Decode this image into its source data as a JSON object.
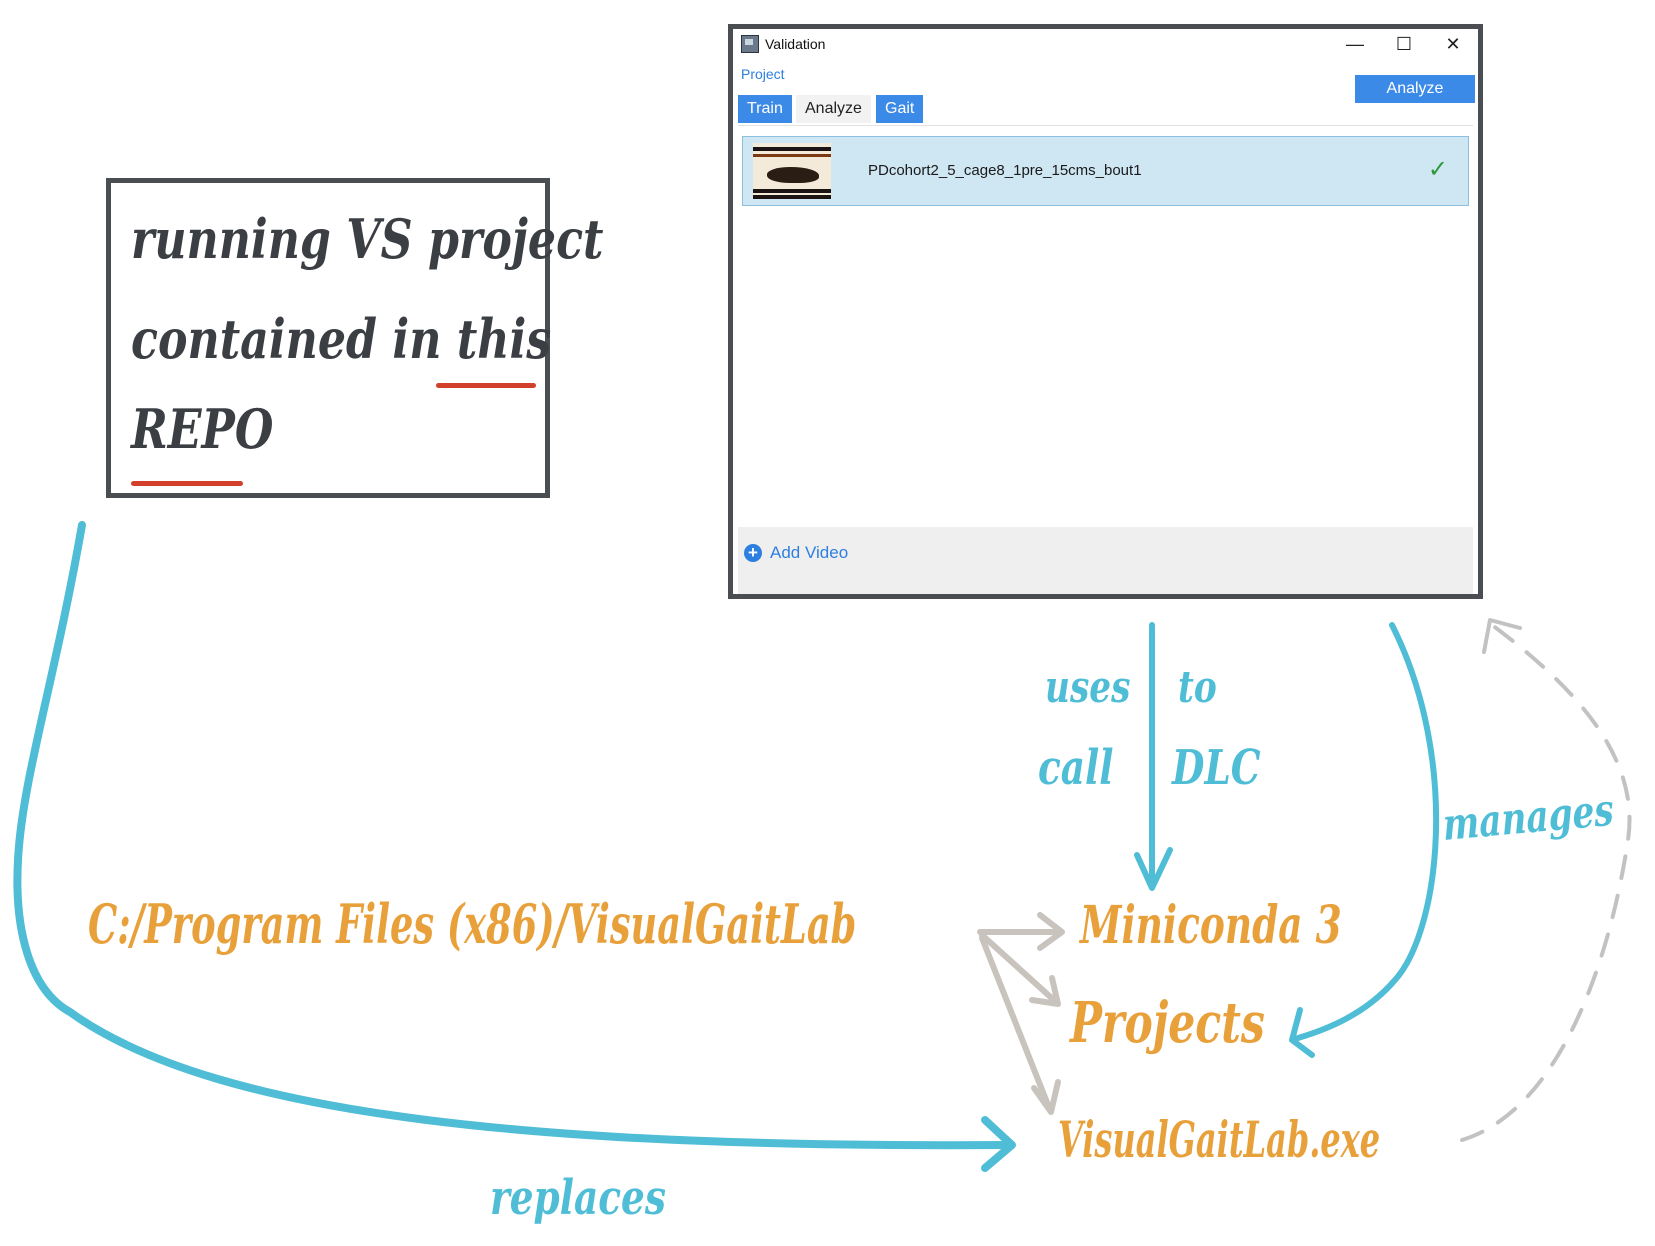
{
  "note": {
    "line1": "running VS project",
    "line2": "contained in this",
    "line3": "REPO"
  },
  "window": {
    "title": "Validation",
    "menu": "Project",
    "controls": {
      "minimize": "—",
      "maximize": "☐",
      "close": "✕"
    },
    "tabs": [
      {
        "label": "Train",
        "active": true
      },
      {
        "label": "Analyze",
        "active": false
      },
      {
        "label": "Gait",
        "active": true
      }
    ],
    "videos": [
      {
        "name": "PDcohort2_5_cage8_1pre_15cms_bout1",
        "status_icon": "check-icon"
      }
    ],
    "check_glyph": "✓",
    "add_video_icon": "+",
    "add_video_label": "Add Video",
    "analyze_button": "Analyze"
  },
  "labels": {
    "uses": "uses",
    "to": "to",
    "call": "call",
    "dlc": "DLC",
    "manages": "manages",
    "replaces": "replaces"
  },
  "folders": {
    "root": "C:/Program Files (x86)/VisualGaitLab",
    "miniconda": "Miniconda 3",
    "projects": "Projects",
    "exe": "VisualGaitLab.exe"
  },
  "colors": {
    "orange": "#e8a03a",
    "blue": "#4fbdd6",
    "gray_arrow": "#c8c3bd",
    "dashed_arrow": "#c2c2c2",
    "red_underline": "#d23f2b",
    "window_accent": "#3c8ae8"
  }
}
